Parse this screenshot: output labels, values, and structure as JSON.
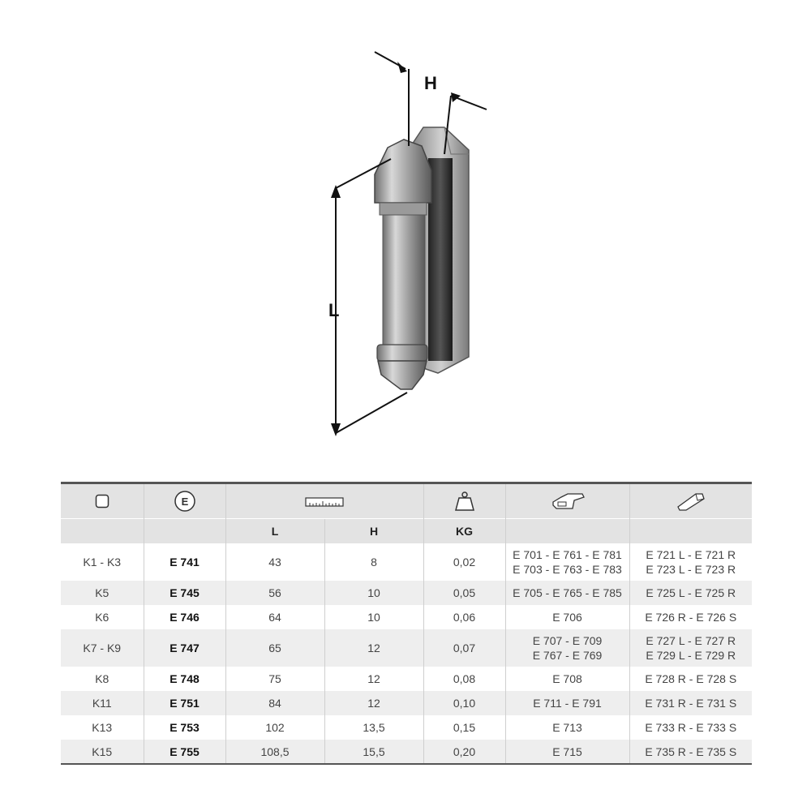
{
  "illustration": {
    "dimension_h": "H",
    "dimension_l": "L",
    "part_icon": "tooth-pin-retainer-drawing"
  },
  "table": {
    "icons": {
      "col1": "square-icon",
      "col2": "code-badge-icon",
      "col3": "ruler-icon",
      "col4": "weight-icon",
      "col5": "adapter-icon",
      "col6": "tooth-icon"
    },
    "code_badge_letter": "E",
    "headers": {
      "l": "L",
      "h": "H",
      "kg": "KG"
    },
    "rows": [
      {
        "size": "K1 - K3",
        "code": "E 741",
        "l": "43",
        "h": "8",
        "kg": "0,02",
        "adapters": [
          "E 701 - E 761 - E 781",
          "E 703 - E 763 - E 783"
        ],
        "teeth": [
          "E 721 L - E 721 R",
          "E 723 L - E 723 R"
        ]
      },
      {
        "size": "K5",
        "code": "E 745",
        "l": "56",
        "h": "10",
        "kg": "0,05",
        "adapters": [
          "E 705 - E 765 - E 785"
        ],
        "teeth": [
          "E 725 L - E 725 R"
        ]
      },
      {
        "size": "K6",
        "code": "E 746",
        "l": "64",
        "h": "10",
        "kg": "0,06",
        "adapters": [
          "E 706"
        ],
        "teeth": [
          "E 726 R - E 726 S"
        ]
      },
      {
        "size": "K7 - K9",
        "code": "E 747",
        "l": "65",
        "h": "12",
        "kg": "0,07",
        "adapters": [
          "E 707 - E 709",
          "E 767 - E 769"
        ],
        "teeth": [
          "E 727 L - E 727 R",
          "E 729 L - E 729 R"
        ]
      },
      {
        "size": "K8",
        "code": "E 748",
        "l": "75",
        "h": "12",
        "kg": "0,08",
        "adapters": [
          "E 708"
        ],
        "teeth": [
          "E 728 R - E 728 S"
        ]
      },
      {
        "size": "K11",
        "code": "E 751",
        "l": "84",
        "h": "12",
        "kg": "0,10",
        "adapters": [
          "E 711 - E 791"
        ],
        "teeth": [
          "E 731 R - E 731 S"
        ]
      },
      {
        "size": "K13",
        "code": "E 753",
        "l": "102",
        "h": "13,5",
        "kg": "0,15",
        "adapters": [
          "E 713"
        ],
        "teeth": [
          "E 733 R - E 733 S"
        ]
      },
      {
        "size": "K15",
        "code": "E 755",
        "l": "108,5",
        "h": "15,5",
        "kg": "0,20",
        "adapters": [
          "E 715"
        ],
        "teeth": [
          "E 735 R - E 735 S"
        ]
      }
    ]
  }
}
